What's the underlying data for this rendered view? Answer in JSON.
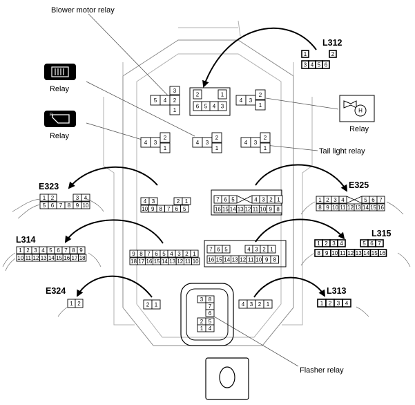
{
  "labels": {
    "blower_motor_relay": "Blower motor relay",
    "tail_light_relay": "Tail light relay",
    "flasher_relay": "Flasher relay",
    "relay_defog": "Relay",
    "relay_mirror": "Relay",
    "relay_horn": "Relay"
  },
  "connector_codes": {
    "l312": "L312",
    "e323": "E323",
    "e325": "E325",
    "l314": "L314",
    "l315": "L315",
    "e324": "E324",
    "l313": "L313"
  },
  "icons": [
    "rear-defogger-icon",
    "mirror-heater-icon",
    "horn-icon"
  ]
}
